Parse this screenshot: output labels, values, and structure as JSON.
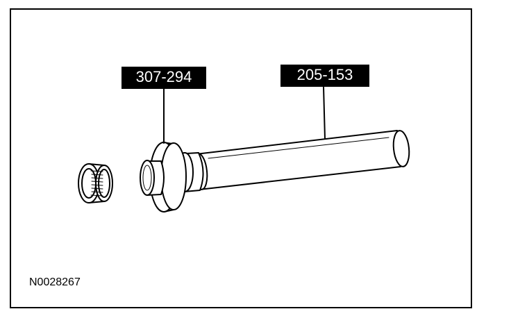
{
  "callouts": {
    "tool_307": "307-294",
    "tool_205": "205-153"
  },
  "figure_id": "N0028267"
}
